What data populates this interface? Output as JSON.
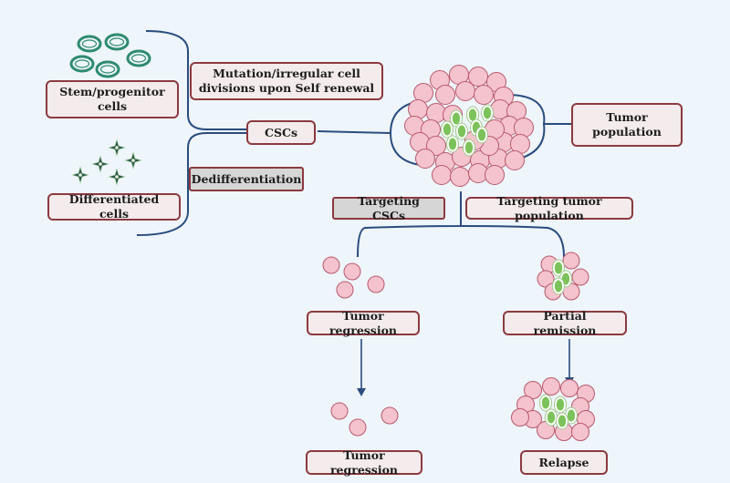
{
  "labels": {
    "stem": "Stem/progenitor cells",
    "differentiated": "Differentiated cells",
    "mutation": "Mutation/irregular cell divisions upon Self renewal",
    "dediff": "Dedifferentiation",
    "cscs": "CSCs",
    "tumor_population": "Tumor population",
    "targeting_cscs": "Targeting CSCs",
    "targeting_tumor": "Targeting tumor population",
    "tumor_regression_1": "Tumor regression",
    "partial_remission": "Partial remission",
    "tumor_regression_2": "Tumor regression",
    "relapse": "Relapse"
  },
  "colors": {
    "background": "#eef5fb",
    "box_border": "#8c3a40",
    "box_fill": "#f4ecec",
    "grey_fill": "#d6d6d6",
    "connector": "#2b4c7e",
    "pink_cell": "#f5c3cd",
    "pink_cell_border": "#b9596d",
    "stem_ring": "#2e8b72",
    "csc_green": "#7cc25a",
    "star": "#2f5a4a"
  },
  "icons": [
    "stem-cell-ring-icon",
    "differentiated-star-cell-icon",
    "tumor-cell-icon",
    "cancer-stem-cell-icon"
  ]
}
